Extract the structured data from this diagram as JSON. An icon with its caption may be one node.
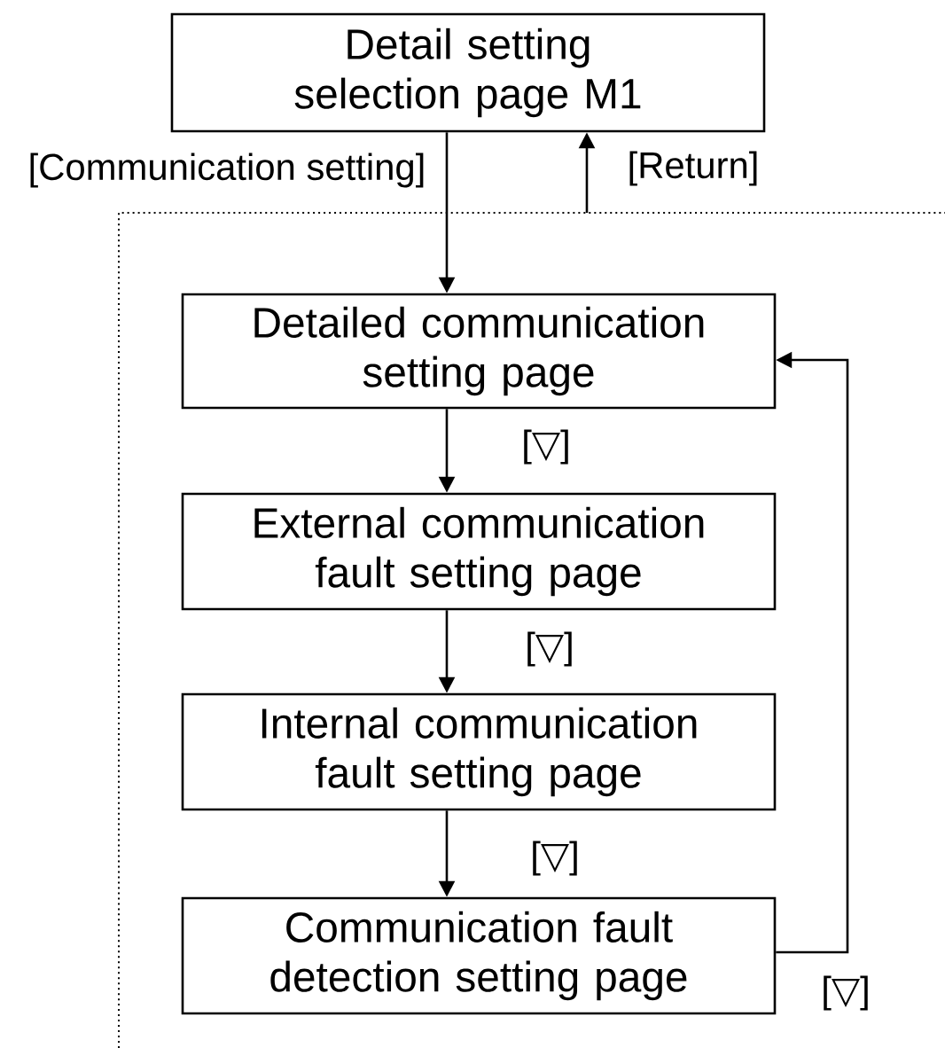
{
  "diagram": {
    "nodes": [
      {
        "text": [
          "Detail setting selection page M1"
        ]
      },
      {
        "text": [
          "Detailed communication setting page"
        ]
      },
      {
        "text": [
          "External communication fault setting page"
        ]
      },
      {
        "text": [
          "Internal communication fault setting page"
        ]
      },
      {
        "text": [
          "Communication fault detection setting page"
        ]
      }
    ],
    "edges": [
      {
        "from": 0,
        "to": 1,
        "arrow": "to",
        "label": "[Communication setting]"
      },
      {
        "from": null,
        "to": 0,
        "arrow": "to",
        "label": "[Return]"
      },
      {
        "from": 1,
        "to": 2,
        "arrow": "to",
        "label": "[▽]"
      },
      {
        "from": 2,
        "to": 3,
        "arrow": "to",
        "label": "[▽]"
      },
      {
        "from": 3,
        "to": 4,
        "arrow": "to",
        "label": "[▽]"
      },
      {
        "from": 4,
        "to": 1,
        "arrow": "to",
        "label": "[▽]"
      }
    ]
  }
}
